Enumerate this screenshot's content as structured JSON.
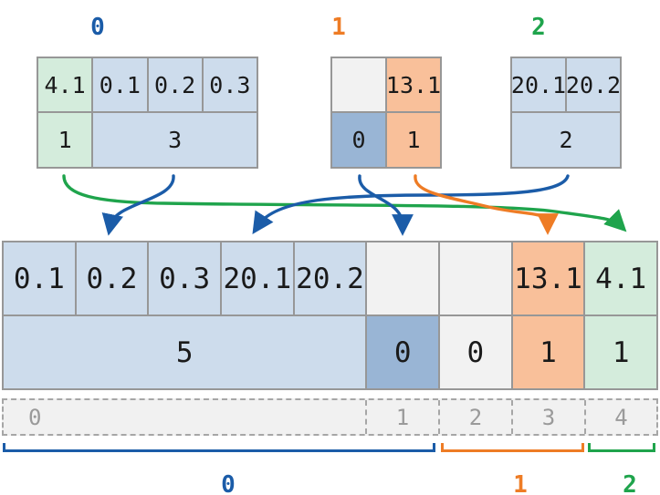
{
  "palette": {
    "accent_blue": "#1b5ca8",
    "accent_orange": "#ee7c25",
    "accent_green": "#1fa44c",
    "cell_light_blue": "#cddcec",
    "cell_dark_blue": "#99b5d5",
    "cell_orange": "#f9c09a",
    "cell_green": "#d4ecdc",
    "cell_empty": "#f2f2f2",
    "grid_border": "#979797",
    "index_gray": "#9a9a9a"
  },
  "chunks": [
    {
      "label": "0",
      "values": [
        "4.1",
        "0.1",
        "0.2",
        "0.3"
      ],
      "run_lengths": [
        "1",
        "3"
      ]
    },
    {
      "label": "1",
      "values": [
        "",
        "13.1"
      ],
      "run_lengths": [
        "0",
        "1"
      ]
    },
    {
      "label": "2",
      "values": [
        "20.1",
        "20.2"
      ],
      "run_lengths": [
        "2"
      ]
    }
  ],
  "merged": {
    "values": [
      "0.1",
      "0.2",
      "0.3",
      "20.1",
      "20.2",
      "",
      "",
      "13.1",
      "4.1"
    ],
    "run_lengths": [
      "5",
      "0",
      "0",
      "1",
      "1"
    ]
  },
  "index_strip": {
    "labels": [
      "0",
      "1",
      "2",
      "3",
      "4"
    ]
  },
  "bracket_labels": [
    "0",
    "1",
    "2"
  ]
}
